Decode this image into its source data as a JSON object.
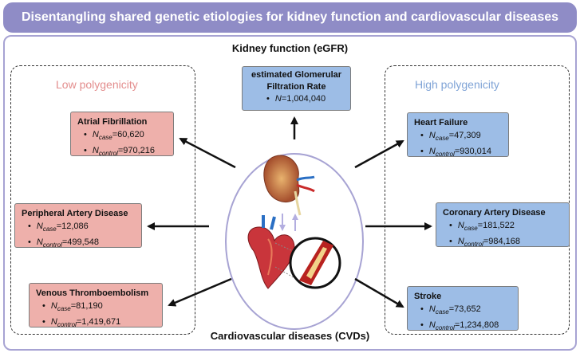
{
  "title": "Disentangling shared genetic etiologies for kidney function and cardiovascular diseases",
  "kidney_label": "Kidney function (eGFR)",
  "cvd_label": "Cardiovascular diseases (CVDs)",
  "low_label": "Low polygenicity",
  "high_label": "High polygenicity",
  "egfr": {
    "title": "estimated Glomerular Filtration Rate",
    "n_label": "N",
    "n_value": "=1,004,040"
  },
  "low": [
    {
      "name": "Atrial Fibrillation",
      "case": "=60,620",
      "control": "=970,216"
    },
    {
      "name": "Peripheral Artery Disease",
      "case": "=12,086",
      "control": "=499,548"
    },
    {
      "name": "Venous Thromboembolism",
      "case": "=81,190",
      "control": "=1,419,671"
    }
  ],
  "high": [
    {
      "name": "Heart Failure",
      "case": "=47,309",
      "control": "=930,014"
    },
    {
      "name": "Coronary Artery Disease",
      "case": "=181,522",
      "control": "=984,168"
    },
    {
      "name": "Stroke",
      "case": "=73,652",
      "control": "=1,234,808"
    }
  ],
  "n_symbol": "N",
  "case_sub": "case",
  "control_sub": "control",
  "colors": {
    "banner": "#8f8cc6",
    "pink": "#eeb0ab",
    "blue": "#9dbde6"
  }
}
